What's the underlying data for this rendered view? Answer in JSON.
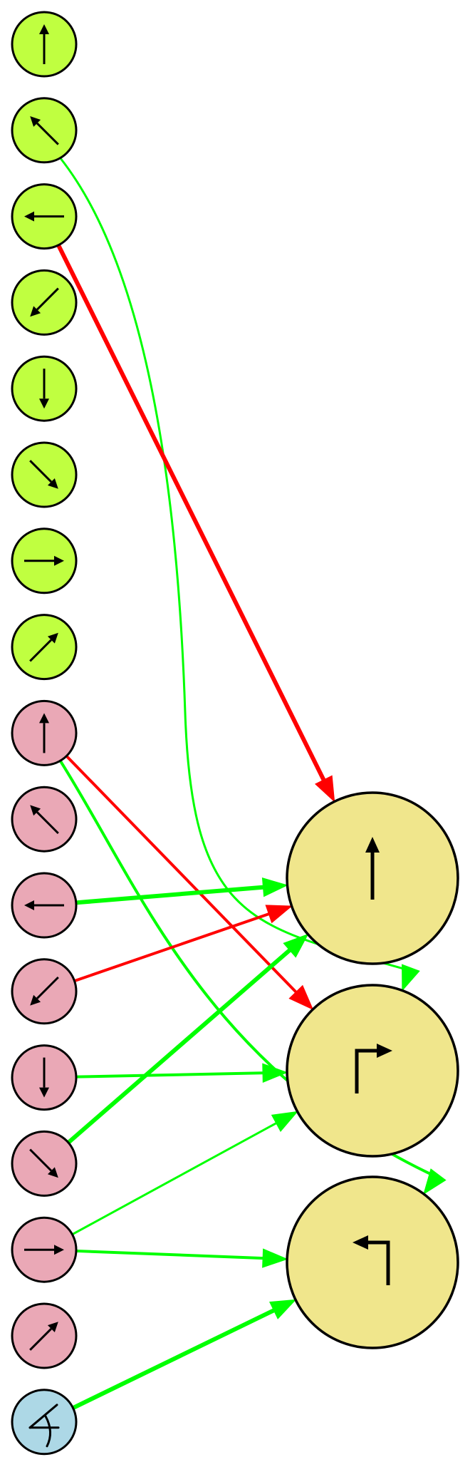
{
  "colors": {
    "input_green": "#c0ff40",
    "input_pink": "#eaa8b6",
    "input_blue": "#add8e6",
    "output_yellow": "#f0e68c",
    "edge_green": "#00ff00",
    "edge_red": "#ff0000",
    "stroke": "#000000"
  },
  "inputs": [
    {
      "id": "g-up",
      "group": "green",
      "icon": "arrow-up"
    },
    {
      "id": "g-upleft",
      "group": "green",
      "icon": "arrow-up-left"
    },
    {
      "id": "g-left",
      "group": "green",
      "icon": "arrow-left"
    },
    {
      "id": "g-downleft",
      "group": "green",
      "icon": "arrow-down-left"
    },
    {
      "id": "g-down",
      "group": "green",
      "icon": "arrow-down"
    },
    {
      "id": "g-downright",
      "group": "green",
      "icon": "arrow-down-right"
    },
    {
      "id": "g-right",
      "group": "green",
      "icon": "arrow-right"
    },
    {
      "id": "g-upright",
      "group": "green",
      "icon": "arrow-up-right"
    },
    {
      "id": "p-up",
      "group": "pink",
      "icon": "arrow-up"
    },
    {
      "id": "p-upleft",
      "group": "pink",
      "icon": "arrow-up-left"
    },
    {
      "id": "p-left",
      "group": "pink",
      "icon": "arrow-left"
    },
    {
      "id": "p-downleft",
      "group": "pink",
      "icon": "arrow-down-left"
    },
    {
      "id": "p-down",
      "group": "pink",
      "icon": "arrow-down"
    },
    {
      "id": "p-downright",
      "group": "pink",
      "icon": "arrow-down-right"
    },
    {
      "id": "p-right",
      "group": "pink",
      "icon": "arrow-right"
    },
    {
      "id": "p-upright",
      "group": "pink",
      "icon": "arrow-up-right"
    },
    {
      "id": "b-pedestrian",
      "group": "blue",
      "icon": "angle-symbol"
    }
  ],
  "outputs": [
    {
      "id": "out-straight",
      "icon": "straight-arrow"
    },
    {
      "id": "out-right-turn",
      "icon": "right-turn-arrow"
    },
    {
      "id": "out-left-turn",
      "icon": "left-turn-arrow"
    }
  ],
  "edges": [
    {
      "from": "g-upleft",
      "to": "out-right-turn",
      "color": "green",
      "weight": "thin"
    },
    {
      "from": "g-left",
      "to": "out-straight",
      "color": "red",
      "weight": "thick"
    },
    {
      "from": "p-up",
      "to": "out-right-turn",
      "color": "red",
      "weight": "medium"
    },
    {
      "from": "p-up",
      "to": "out-left-turn",
      "color": "green",
      "weight": "medium"
    },
    {
      "from": "p-left",
      "to": "out-straight",
      "color": "green",
      "weight": "thick"
    },
    {
      "from": "p-downleft",
      "to": "out-straight",
      "color": "red",
      "weight": "medium"
    },
    {
      "from": "p-down",
      "to": "out-right-turn",
      "color": "green",
      "weight": "medium"
    },
    {
      "from": "p-downright",
      "to": "out-straight",
      "color": "green",
      "weight": "thick"
    },
    {
      "from": "p-right",
      "to": "out-right-turn",
      "color": "green",
      "weight": "thin"
    },
    {
      "from": "p-right",
      "to": "out-left-turn",
      "color": "green",
      "weight": "medium"
    },
    {
      "from": "b-pedestrian",
      "to": "out-left-turn",
      "color": "green",
      "weight": "thick"
    }
  ]
}
